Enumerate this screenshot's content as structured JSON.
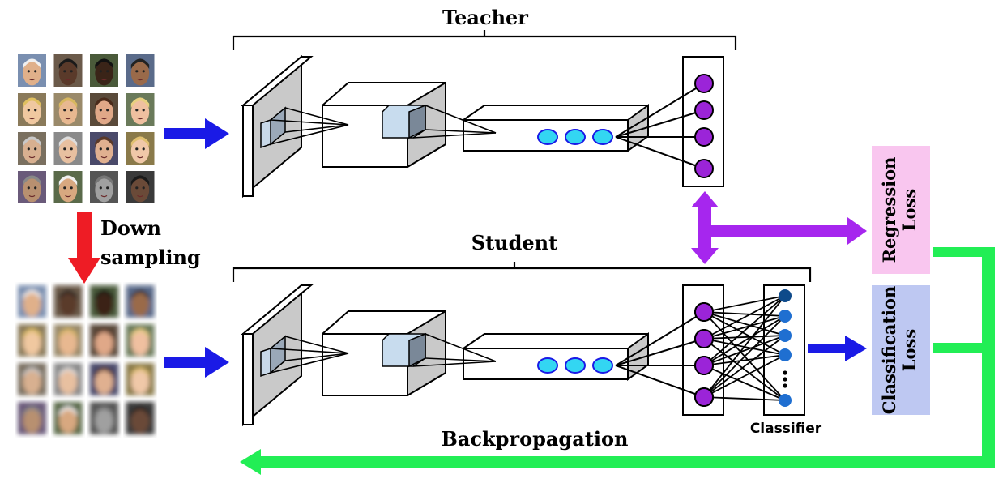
{
  "labels": {
    "teacher": "Teacher",
    "student": "Student",
    "down_sampling_1": "Down",
    "down_sampling_2": "sampling",
    "backpropagation": "Backpropagation",
    "classifier": "Classifier",
    "regression_loss_1": "Regression",
    "regression_loss_2": "Loss",
    "classification_loss_1": "Classification",
    "classification_loss_2": "Loss"
  },
  "colors": {
    "arrow_blue": "#1a1ae6",
    "arrow_red": "#ee1c25",
    "arrow_purple": "#a626ee",
    "arrow_green": "#22ee55",
    "node_purple": "#9b24d8",
    "node_cyan": "#33d6f2",
    "node_blue": "#1f6fd1",
    "regression_box": "#f9c6ef",
    "classification_box": "#bec8f2",
    "layer_gray": "#c9c9c9"
  },
  "face_grids": {
    "original": {
      "rows": 4,
      "cols": 4,
      "blurred": false
    },
    "downsampled": {
      "rows": 4,
      "cols": 4,
      "blurred": true
    }
  }
}
